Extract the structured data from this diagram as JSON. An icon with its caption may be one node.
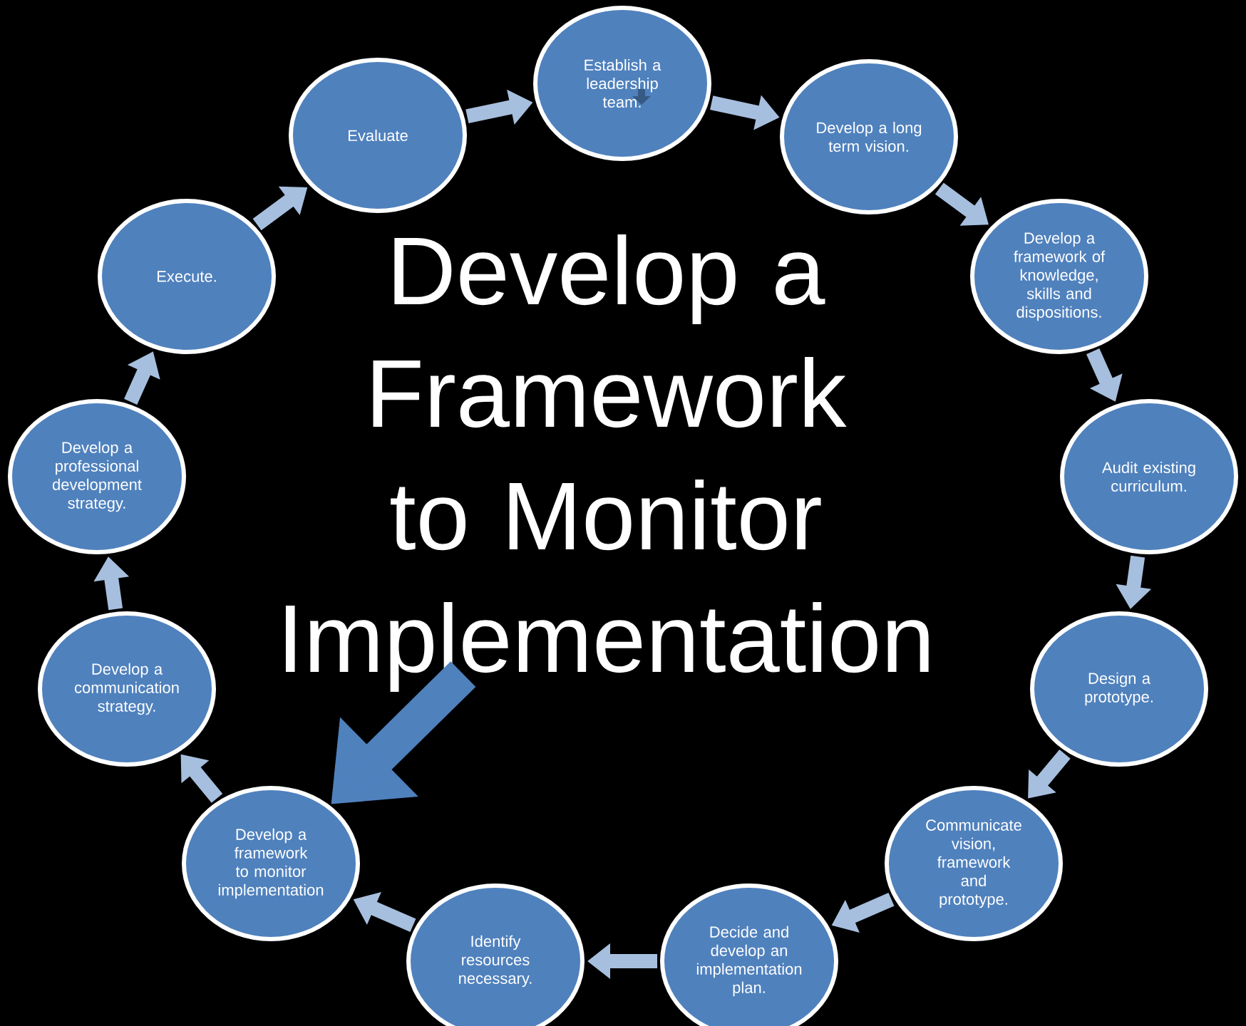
{
  "diagram": {
    "nodes": [
      {
        "text": [
          "Evaluate"
        ]
      },
      {
        "text": [
          "Establish a leadership team."
        ]
      },
      {
        "text": [
          "Develop a long term vision."
        ]
      },
      {
        "text": [
          "Develop a framework of knowledge, skills and dispositions."
        ]
      },
      {
        "text": [
          "Audit existing curriculum."
        ]
      },
      {
        "text": [
          "Design a prototype."
        ]
      },
      {
        "text": [
          "Communicate vision, framework and prototype."
        ]
      },
      {
        "text": [
          "Decide and develop an implementation plan."
        ]
      },
      {
        "text": [
          "Identify resources necessary."
        ]
      },
      {
        "text": [
          "Develop a framework to monitor implementation"
        ]
      },
      {
        "text": [
          "Develop a communication strategy."
        ]
      },
      {
        "text": [
          "Develop a professional development strategy."
        ]
      },
      {
        "text": [
          "Execute."
        ]
      },
      {
        "text": [
          "Develop a Framework to Monitor Implementation"
        ]
      }
    ],
    "edges": [
      {
        "from": 0,
        "to": 1,
        "arrow": "to"
      },
      {
        "from": 1,
        "to": 2,
        "arrow": "to"
      },
      {
        "from": 2,
        "to": 3,
        "arrow": "to"
      },
      {
        "from": 3,
        "to": 4,
        "arrow": "to"
      },
      {
        "from": 4,
        "to": 5,
        "arrow": "to"
      },
      {
        "from": 5,
        "to": 6,
        "arrow": "to"
      },
      {
        "from": 6,
        "to": 7,
        "arrow": "to"
      },
      {
        "from": 7,
        "to": 8,
        "arrow": "to"
      },
      {
        "from": 8,
        "to": 9,
        "arrow": "to"
      },
      {
        "from": 9,
        "to": 10,
        "arrow": "to"
      },
      {
        "from": 10,
        "to": 11,
        "arrow": "to"
      },
      {
        "from": 11,
        "to": 12,
        "arrow": "to"
      },
      {
        "from": 12,
        "to": 0,
        "arrow": "to"
      },
      {
        "from": 13,
        "to": 9,
        "arrow": "to",
        "style": "thick",
        "color": "#4f81bd"
      }
    ]
  }
}
